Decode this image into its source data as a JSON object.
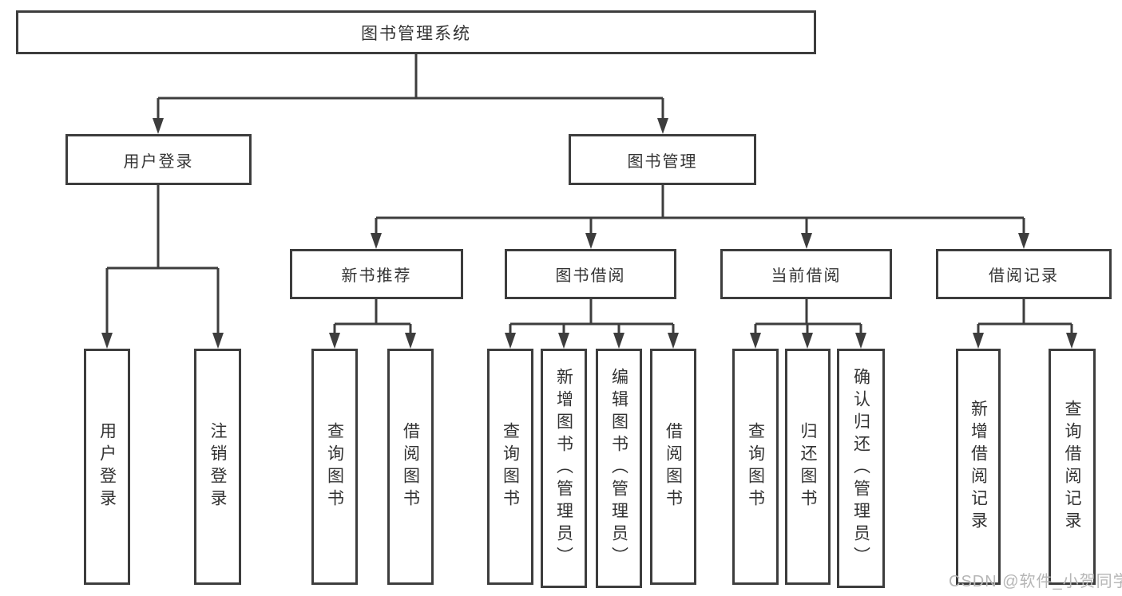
{
  "diagram": {
    "root": {
      "label": "图书管理系统"
    },
    "level2": [
      {
        "label": "用户登录"
      },
      {
        "label": "图书管理"
      }
    ],
    "level3": [
      {
        "label": "新书推荐"
      },
      {
        "label": "图书借阅"
      },
      {
        "label": "当前借阅"
      },
      {
        "label": "借阅记录"
      }
    ],
    "leaves": {
      "user_login": {
        "label": "用户登录"
      },
      "logout": {
        "label": "注销登录"
      },
      "rec_query_book": {
        "label": "查询图书"
      },
      "rec_borrow_book": {
        "label": "借阅图书"
      },
      "borrow_query_book": {
        "label": "查询图书"
      },
      "borrow_add_book": {
        "label": "新增图书（管理员）"
      },
      "borrow_edit_book": {
        "label": "编辑图书（管理员）"
      },
      "borrow_borrow_book": {
        "label": "借阅图书"
      },
      "current_query_book": {
        "label": "查询图书"
      },
      "current_return_book": {
        "label": "归还图书"
      },
      "current_confirm_return": {
        "label": "确认归还（管理员）"
      },
      "records_add_record": {
        "label": "新增借阅记录"
      },
      "records_query_record": {
        "label": "查询借阅记录"
      }
    }
  },
  "watermark": {
    "text": "CSDN @软件_小贺同学"
  },
  "colors": {
    "line": "#3d3d3d",
    "text": "#333333",
    "background": "#ffffff",
    "watermark": "#b6b6b6"
  }
}
